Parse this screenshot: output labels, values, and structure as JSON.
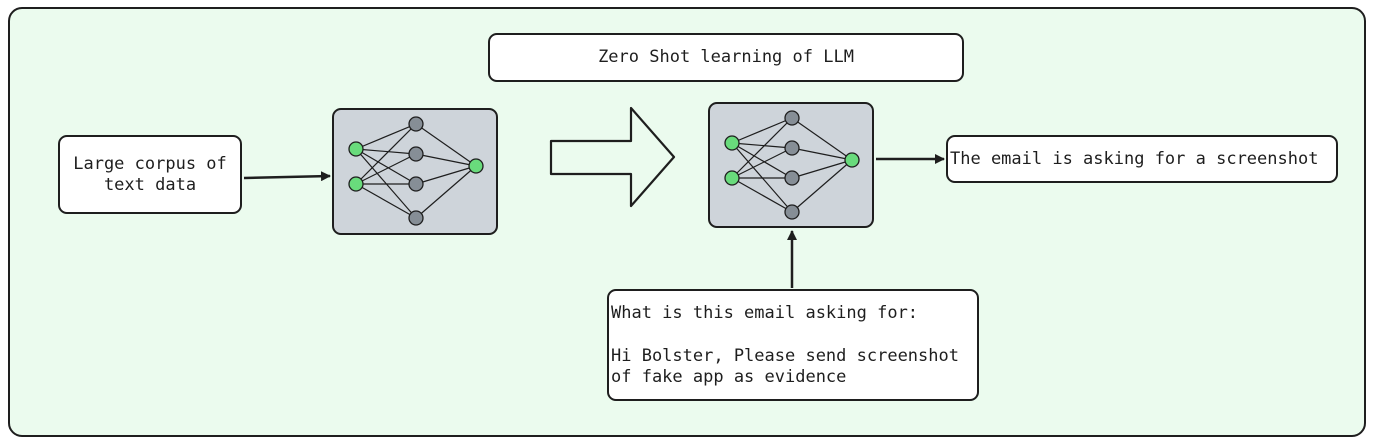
{
  "diagram": {
    "title": "Zero Shot learning of LLM",
    "input_corpus": {
      "lines": [
        "Large corpus of",
        "text data"
      ]
    },
    "output": "The email is asking for a screenshot",
    "prompt": {
      "question": "What is this email asking for:",
      "email_lines": [
        "Hi Bolster, Please send screenshot",
        "of fake app as evidence"
      ]
    },
    "colors": {
      "background": "#ebfbee",
      "network_bg": "#ced4da",
      "input_node": "#69db7c",
      "hidden_node": "#868e96",
      "stroke": "#1e1e1e"
    },
    "icons": [
      "neural-network-icon",
      "large-arrow-icon"
    ]
  }
}
